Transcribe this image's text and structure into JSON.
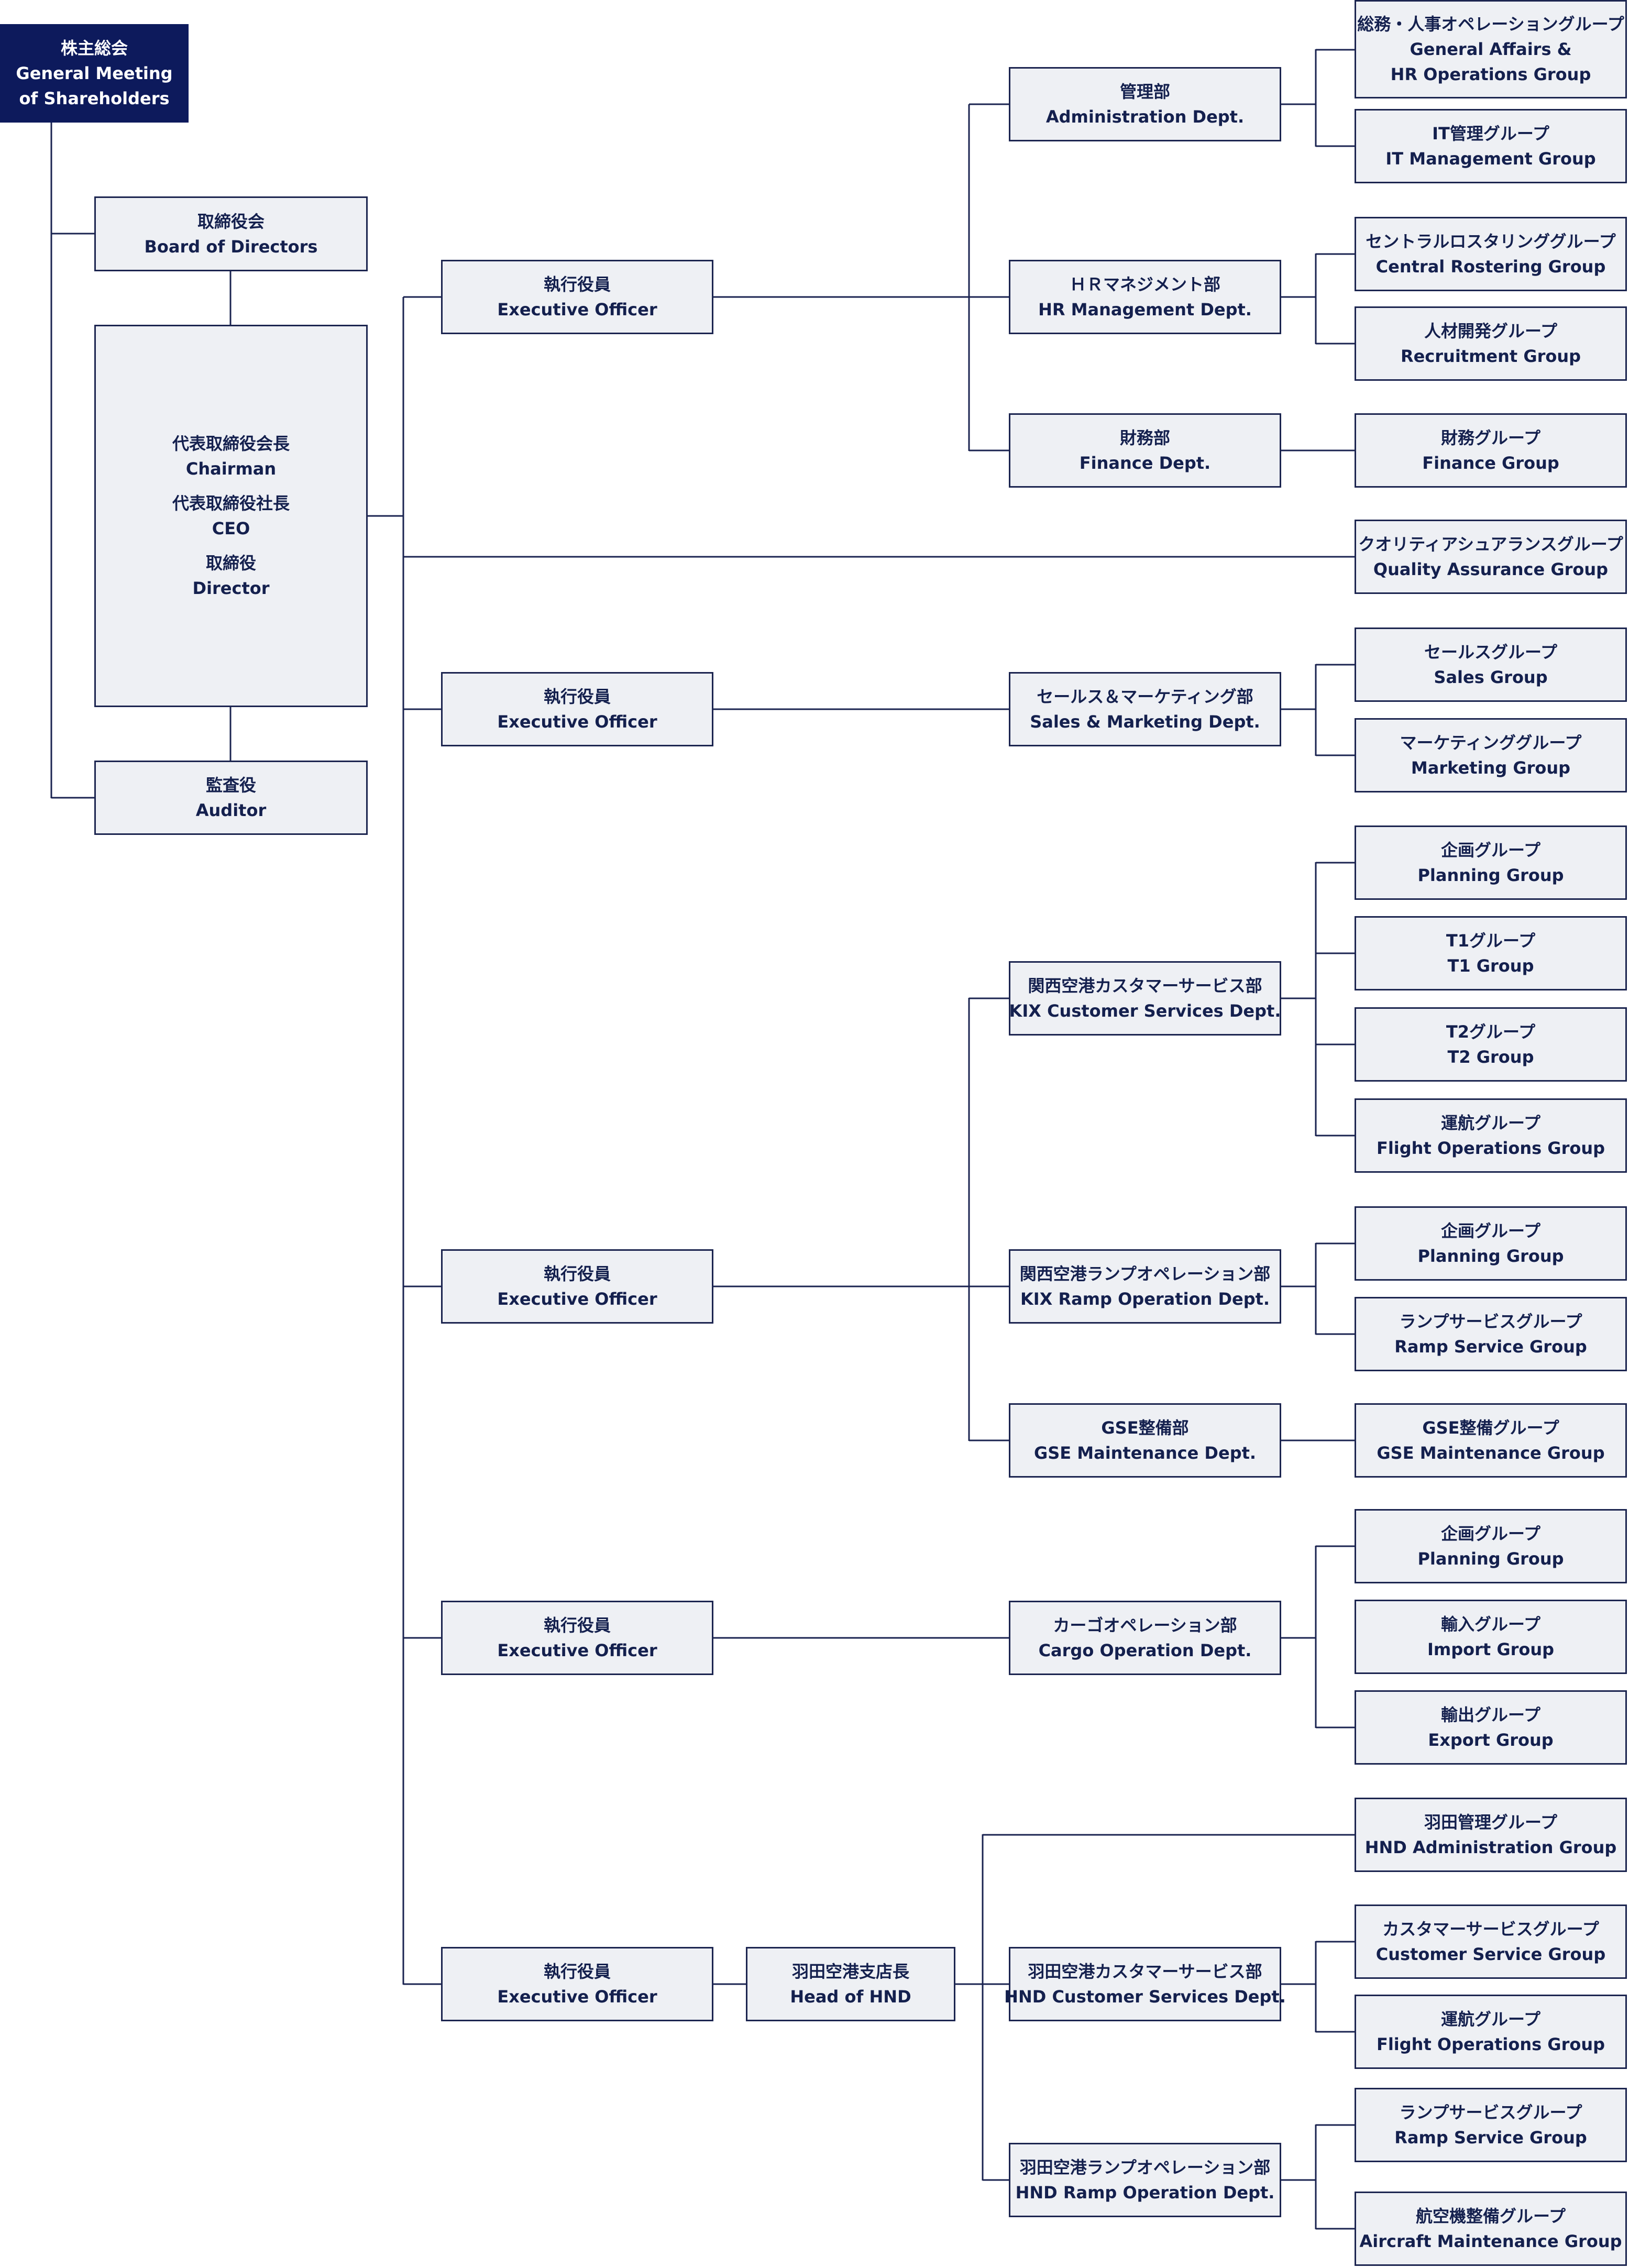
{
  "nodes": {
    "shareholders": {
      "jp": "株主総会",
      "en1": "General Meeting",
      "en2": "of Shareholders"
    },
    "board": {
      "jp": "取締役会",
      "en": "Board of Directors"
    },
    "executives": {
      "chairman_jp": "代表取締役会長",
      "chairman_en": "Chairman",
      "ceo_jp": "代表取締役社長",
      "ceo_en": "CEO",
      "director_jp": "取締役",
      "director_en": "Director"
    },
    "auditor": {
      "jp": "監査役",
      "en": "Auditor"
    },
    "exec_officer": {
      "jp": "執行役員",
      "en": "Executive Officer"
    },
    "head_hnd": {
      "jp": "羽田空港支店長",
      "en": "Head of HND"
    },
    "admin_dept": {
      "jp": "管理部",
      "en": "Administration Dept."
    },
    "hr_dept": {
      "jp": "ＨＲマネジメント部",
      "en": "HR Management Dept."
    },
    "finance_dept": {
      "jp": "財務部",
      "en": "Finance Dept."
    },
    "sales_dept": {
      "jp": "セールス＆マーケティング部",
      "en": "Sales & Marketing Dept."
    },
    "kix_cs_dept": {
      "jp": "関西空港カスタマーサービス部",
      "en": "KIX Customer Services Dept."
    },
    "kix_ramp_dept": {
      "jp": "関西空港ランプオペレーション部",
      "en": "KIX Ramp Operation Dept."
    },
    "gse_dept": {
      "jp": "GSE整備部",
      "en": "GSE Maintenance Dept."
    },
    "cargo_dept": {
      "jp": "カーゴオペレーション部",
      "en": "Cargo Operation Dept."
    },
    "hnd_cs_dept": {
      "jp": "羽田空港カスタマーサービス部",
      "en": "HND Customer Services Dept."
    },
    "hnd_ramp_dept": {
      "jp": "羽田空港ランプオペレーション部",
      "en": "HND Ramp Operation Dept."
    },
    "ga_hr_group": {
      "jp": "総務・人事オペレーショングループ",
      "en1": "General Affairs &",
      "en2": "HR Operations Group"
    },
    "it_group": {
      "jp": "IT管理グループ",
      "en": "IT Management Group"
    },
    "rostering_group": {
      "jp": "セントラルロスタリンググループ",
      "en": "Central Rostering Group"
    },
    "recruit_group": {
      "jp": "人材開発グループ",
      "en": "Recruitment Group"
    },
    "finance_group": {
      "jp": "財務グループ",
      "en": "Finance Group"
    },
    "qa_group": {
      "jp": "クオリティアシュアランスグループ",
      "en": "Quality Assurance Group"
    },
    "sales_group": {
      "jp": "セールスグループ",
      "en": "Sales Group"
    },
    "marketing_group": {
      "jp": "マーケティンググループ",
      "en": "Marketing Group"
    },
    "planning_group": {
      "jp": "企画グループ",
      "en": "Planning Group"
    },
    "t1_group": {
      "jp": "T1グループ",
      "en": "T1 Group"
    },
    "t2_group": {
      "jp": "T2グループ",
      "en": "T2 Group"
    },
    "flight_ops_group": {
      "jp": "運航グループ",
      "en": "Flight Operations Group"
    },
    "ramp_service_group": {
      "jp": "ランプサービスグループ",
      "en": "Ramp Service Group"
    },
    "gse_group": {
      "jp": "GSE整備グループ",
      "en": "GSE Maintenance Group"
    },
    "import_group": {
      "jp": "輸入グループ",
      "en": "Import Group"
    },
    "export_group": {
      "jp": "輸出グループ",
      "en": "Export Group"
    },
    "hnd_admin_group": {
      "jp": "羽田管理グループ",
      "en": "HND Administration Group"
    },
    "customer_service_group": {
      "jp": "カスタマーサービスグループ",
      "en": "Customer Service Group"
    },
    "aircraft_maint_group": {
      "jp": "航空機整備グループ",
      "en": "Aircraft Maintenance Group"
    }
  },
  "colors": {
    "dark_node": "#0d1a5c",
    "node_fill": "#eef0f4",
    "node_border": "#1c2550",
    "text": "#14204e",
    "line": "#1a2350"
  }
}
